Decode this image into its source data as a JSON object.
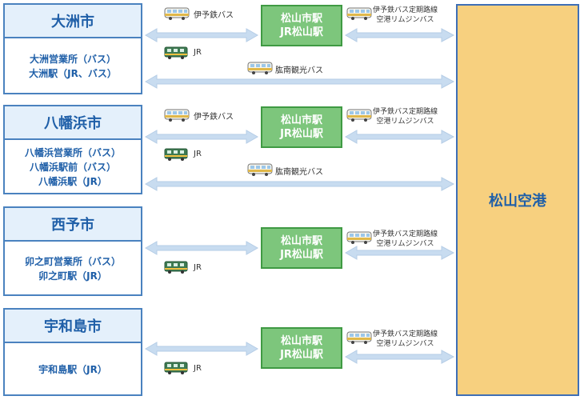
{
  "rows": [
    {
      "city": "大洲市",
      "stops": [
        "大洲営業所（バス）",
        "大洲駅（JR、バス）"
      ],
      "bus_label": "伊予鉄バス",
      "jr_label": "JR",
      "station": [
        "松山市駅",
        "JR松山駅"
      ],
      "limousine": [
        "伊予鉄バス定期路線",
        "空港リムジンバス"
      ],
      "direct_label": "肱南観光バス"
    },
    {
      "city": "八幡浜市",
      "stops": [
        "八幡浜営業所（バス）",
        "八幡浜駅前（バス）",
        "八幡浜駅（JR）"
      ],
      "bus_label": "伊予鉄バス",
      "jr_label": "JR",
      "station": [
        "松山市駅",
        "JR松山駅"
      ],
      "limousine": [
        "伊予鉄バス定期路線",
        "空港リムジンバス"
      ],
      "direct_label": "肱南観光バス"
    },
    {
      "city": "西予市",
      "stops": [
        "卯之町営業所（バス）",
        "卯之町駅（JR）"
      ],
      "jr_label": "JR",
      "station": [
        "松山市駅",
        "JR松山駅"
      ],
      "limousine": [
        "伊予鉄バス定期路線",
        "空港リムジンバス"
      ]
    },
    {
      "city": "宇和島市",
      "stops": [
        "宇和島駅（JR）"
      ],
      "jr_label": "JR",
      "station": [
        "松山市駅",
        "JR松山駅"
      ],
      "limousine": [
        "伊予鉄バス定期路線",
        "空港リムジンバス"
      ]
    }
  ],
  "airport": "松山空港",
  "colors": {
    "city_border": "#4a82bf",
    "city_text": "#1f5fa8",
    "station_fill": "#7dc67c",
    "airport_fill": "#f7d07f",
    "arrow": "#c8dcf0"
  },
  "icons": {
    "bus": "bus-icon",
    "train": "train-icon"
  }
}
